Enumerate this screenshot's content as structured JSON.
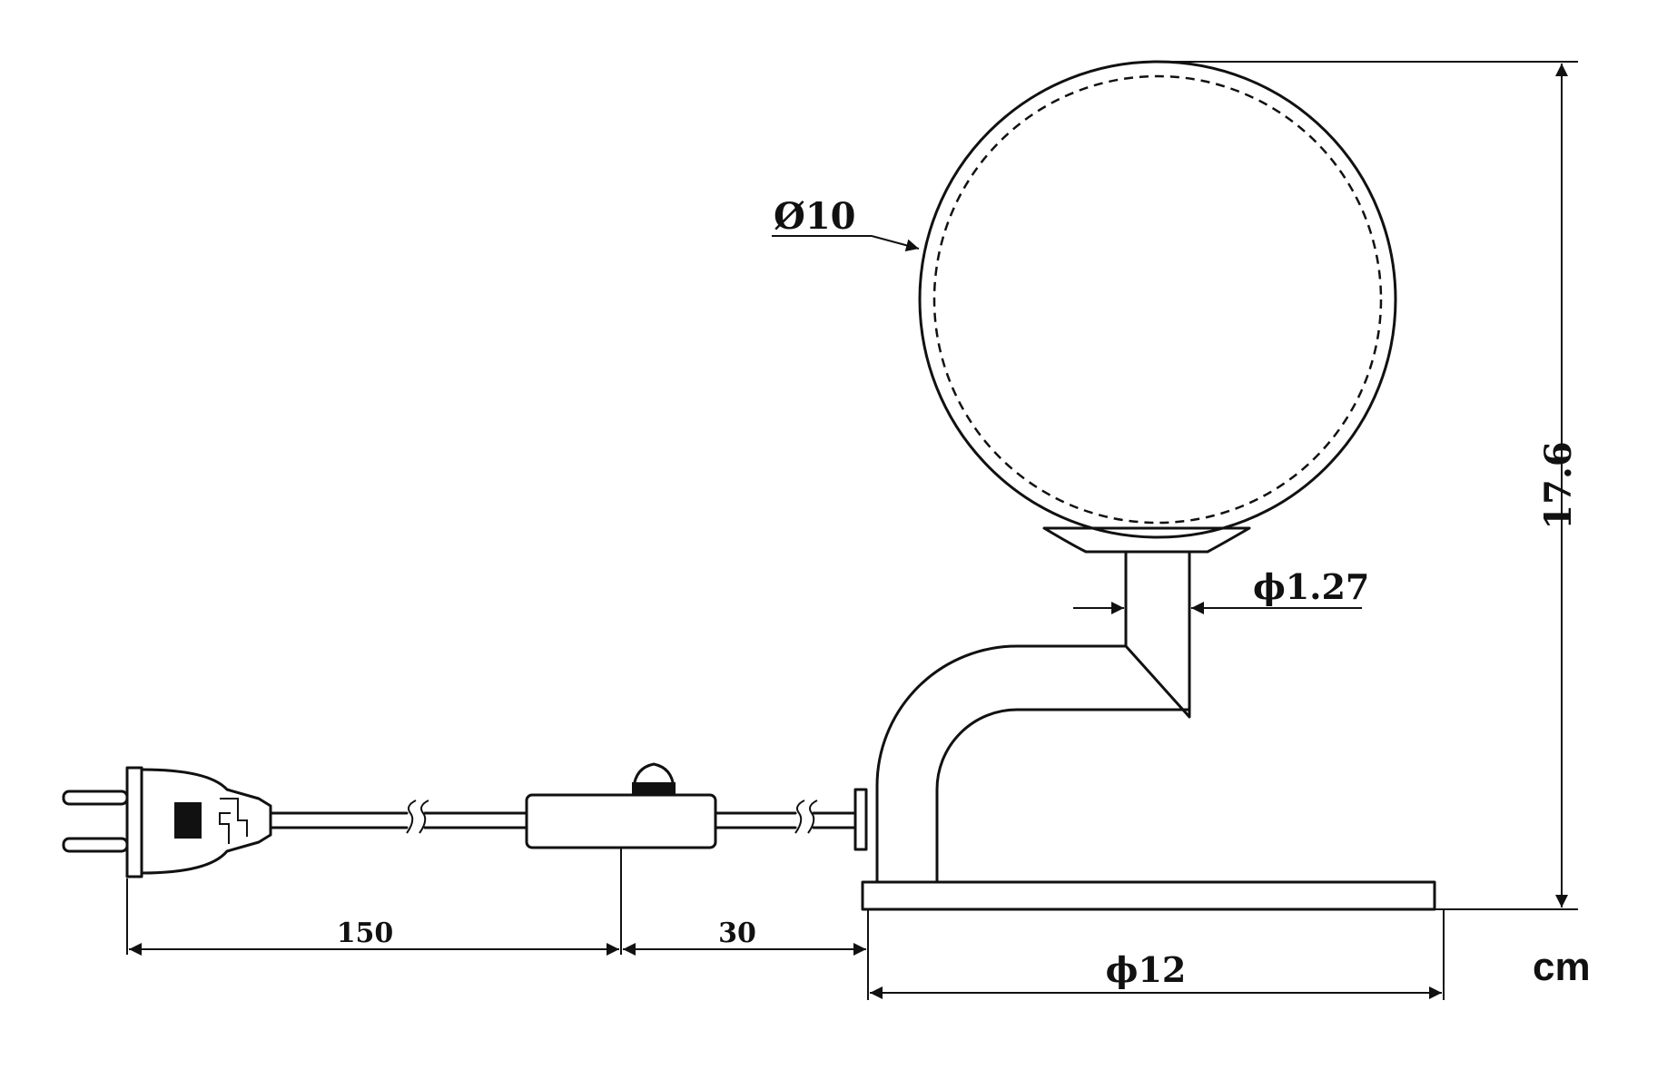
{
  "dimensions": {
    "globe_diameter": "Ø10",
    "height": "17.6",
    "stem_diameter": "ϕ1.27",
    "cord_length": "150",
    "switch_distance": "30",
    "base_diameter": "ϕ12"
  },
  "unit": "cm",
  "colors": {
    "line": "#111111",
    "background": "#ffffff"
  }
}
